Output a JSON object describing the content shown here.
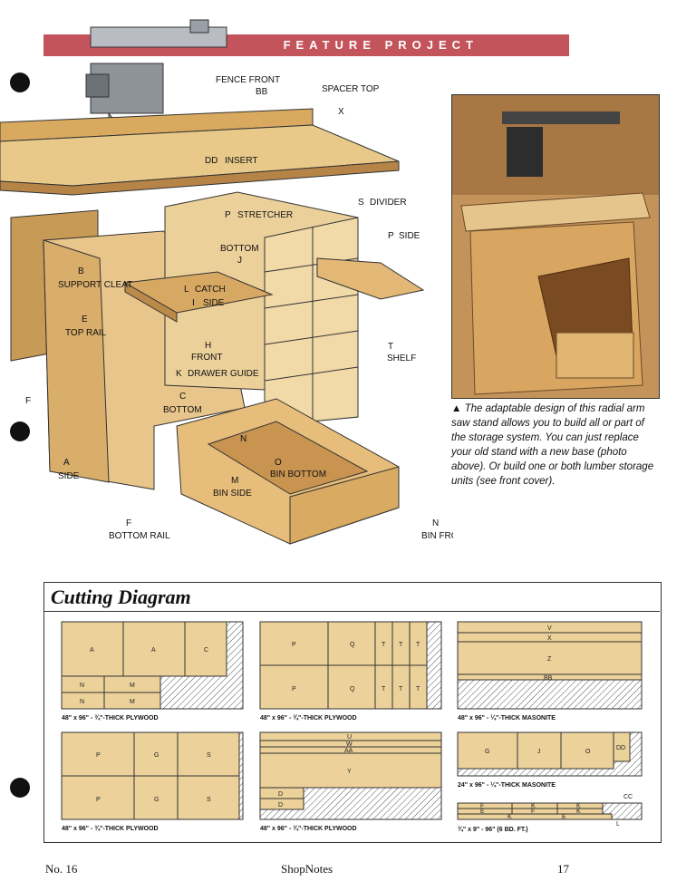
{
  "header": {
    "banner": "FEATURE PROJECT"
  },
  "callouts": {
    "fence_front": "FENCE FRONT",
    "fence_front_letter": "BB",
    "spacer_top": "SPACER TOP",
    "spacer_top_letter": "X",
    "insert": "INSERT",
    "insert_letter": "DD",
    "divider": "DIVIDER",
    "divider_letter": "S",
    "stretcher": "STRETCHER",
    "stretcher_letter": "P",
    "side_right": "SIDE",
    "side_right_letter": "P",
    "bottom_j": "BOTTOM",
    "bottom_j_letter": "J",
    "support_cleat": "SUPPORT CLEAT",
    "support_cleat_letter": "B",
    "catch": "CATCH",
    "catch_letter": "L",
    "side_i": "SIDE",
    "side_i_letter": "I",
    "top_rail": "TOP RAIL",
    "top_rail_letter": "E",
    "front_h": "FRONT",
    "front_h_letter": "H",
    "drawer_guide": "DRAWER GUIDE",
    "drawer_guide_letter": "K",
    "shelf": "SHELF",
    "shelf_letter": "T",
    "bottom_c": "BOTTOM",
    "bottom_c_letter": "C",
    "side_a": "SIDE",
    "side_a_letter": "A",
    "bin_n_letter": "N",
    "bin_bottom": "BIN BOTTOM",
    "bin_bottom_letter": "O",
    "bin_side": "BIN SIDE",
    "bin_side_letter": "M",
    "bottom_rail": "BOTTOM RAIL",
    "bottom_rail_letter": "F",
    "bin_front": "BIN FRONT",
    "bin_front_letter": "N",
    "f_letter": "F"
  },
  "caption": {
    "marker": "▲",
    "text": "The adaptable design of this radial arm saw stand allows you to build all or part of the storage system. You can just replace your old stand with a new base (photo above). Or build one or both lumber storage units (see front cover)."
  },
  "cutting_diagram": {
    "title": "Cutting Diagram",
    "sheets": [
      {
        "caption": "48\" x 96\" - ¾\"-THICK PLYWOOD",
        "parts": [
          "A",
          "A",
          "C",
          "N",
          "M",
          "N",
          "M"
        ]
      },
      {
        "caption": "48\" x 96\" - ¾\"-THICK PLYWOOD",
        "parts": [
          "P",
          "Q",
          "T",
          "T",
          "T",
          "P",
          "Q",
          "T",
          "T",
          "T"
        ]
      },
      {
        "caption": "48\" x 96\" - ¼\"-THICK MASONITE",
        "parts": [
          "V",
          "X",
          "Z",
          "BB"
        ]
      },
      {
        "caption": "48\" x 96\" - ¾\"-THICK PLYWOOD",
        "parts": [
          "P",
          "G",
          "S",
          "P",
          "G",
          "S"
        ]
      },
      {
        "caption": "48\" x 96\" - ¾\"-THICK PLYWOOD",
        "parts": [
          "U",
          "W",
          "AA",
          "Y",
          "D",
          "D"
        ]
      },
      {
        "caption": "24\" x 96\" - ¼\"-THICK MASONITE",
        "parts": [
          "G",
          "J",
          "O",
          "DD"
        ]
      },
      {
        "caption": "¾\" x 9\" - 96\" (6 BD. FT.)",
        "parts": [
          "CC",
          "F",
          "K",
          "K",
          "E",
          "F",
          "K",
          "K",
          "E",
          "L"
        ]
      }
    ]
  },
  "footer": {
    "issue": "No. 16",
    "magazine": "ShopNotes",
    "page": "17"
  }
}
